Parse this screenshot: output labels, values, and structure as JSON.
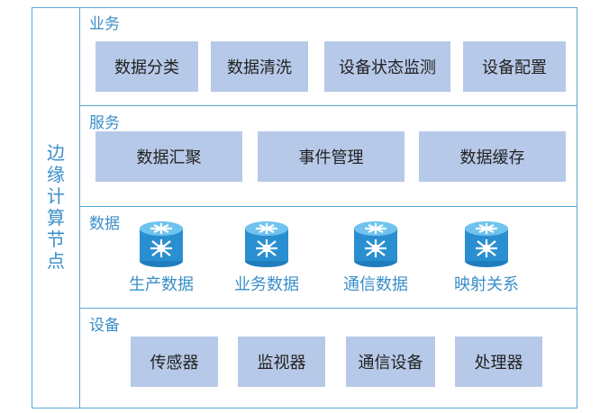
{
  "side_label": [
    "边",
    "缘",
    "计",
    "算",
    "节",
    "点"
  ],
  "layers": {
    "business": {
      "title": "业务",
      "items": [
        "数据分类",
        "数据清洗",
        "设备状态监测",
        "设备配置"
      ]
    },
    "service": {
      "title": "服务",
      "items": [
        "数据汇聚",
        "事件管理",
        "数据缓存"
      ]
    },
    "data": {
      "title": "数据",
      "items": [
        "生产数据",
        "业务数据",
        "通信数据",
        "映射关系"
      ]
    },
    "device": {
      "title": "设备",
      "items": [
        "传感器",
        "监视器",
        "通信设备",
        "处理器"
      ]
    }
  },
  "colors": {
    "border": "#5aa8d8",
    "box_fill": "#b7c9e8",
    "accent_text": "#3a8ec9",
    "icon_blue": "#2a8fd0"
  }
}
